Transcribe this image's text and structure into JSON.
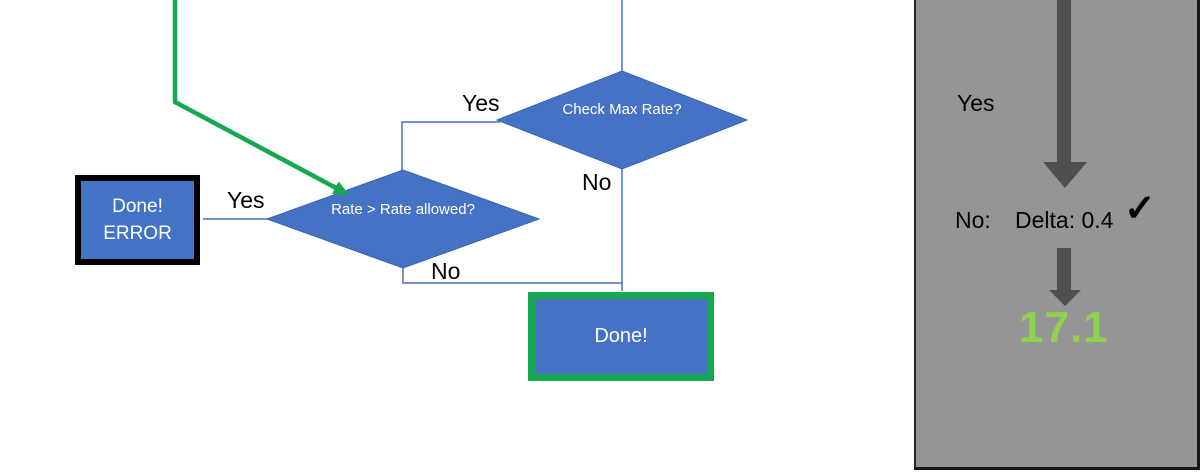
{
  "colors": {
    "shape_blue": "#4472C4",
    "shape_blue_border": "#3A63AD",
    "connector_blue": "#4472C4",
    "green": "#16A850",
    "result_green": "#92D050",
    "panel_gray": "#959595",
    "arrow_gray": "#4F4F4F"
  },
  "flowchart": {
    "decision_check_max_rate": {
      "label": "Check Max Rate?",
      "yes_label": "Yes",
      "no_label": "No"
    },
    "decision_rate_allowed": {
      "label": "Rate > Rate allowed?",
      "yes_label": "Yes",
      "no_label": "No"
    },
    "error_box": {
      "line1": "Done!",
      "line2": "ERROR"
    },
    "done_box": {
      "label": "Done!"
    }
  },
  "panel": {
    "yes_label": "Yes",
    "no_label": "No:",
    "delta_label": "Delta: 0.4",
    "checkmark": "✓",
    "result_value": "17.1"
  }
}
